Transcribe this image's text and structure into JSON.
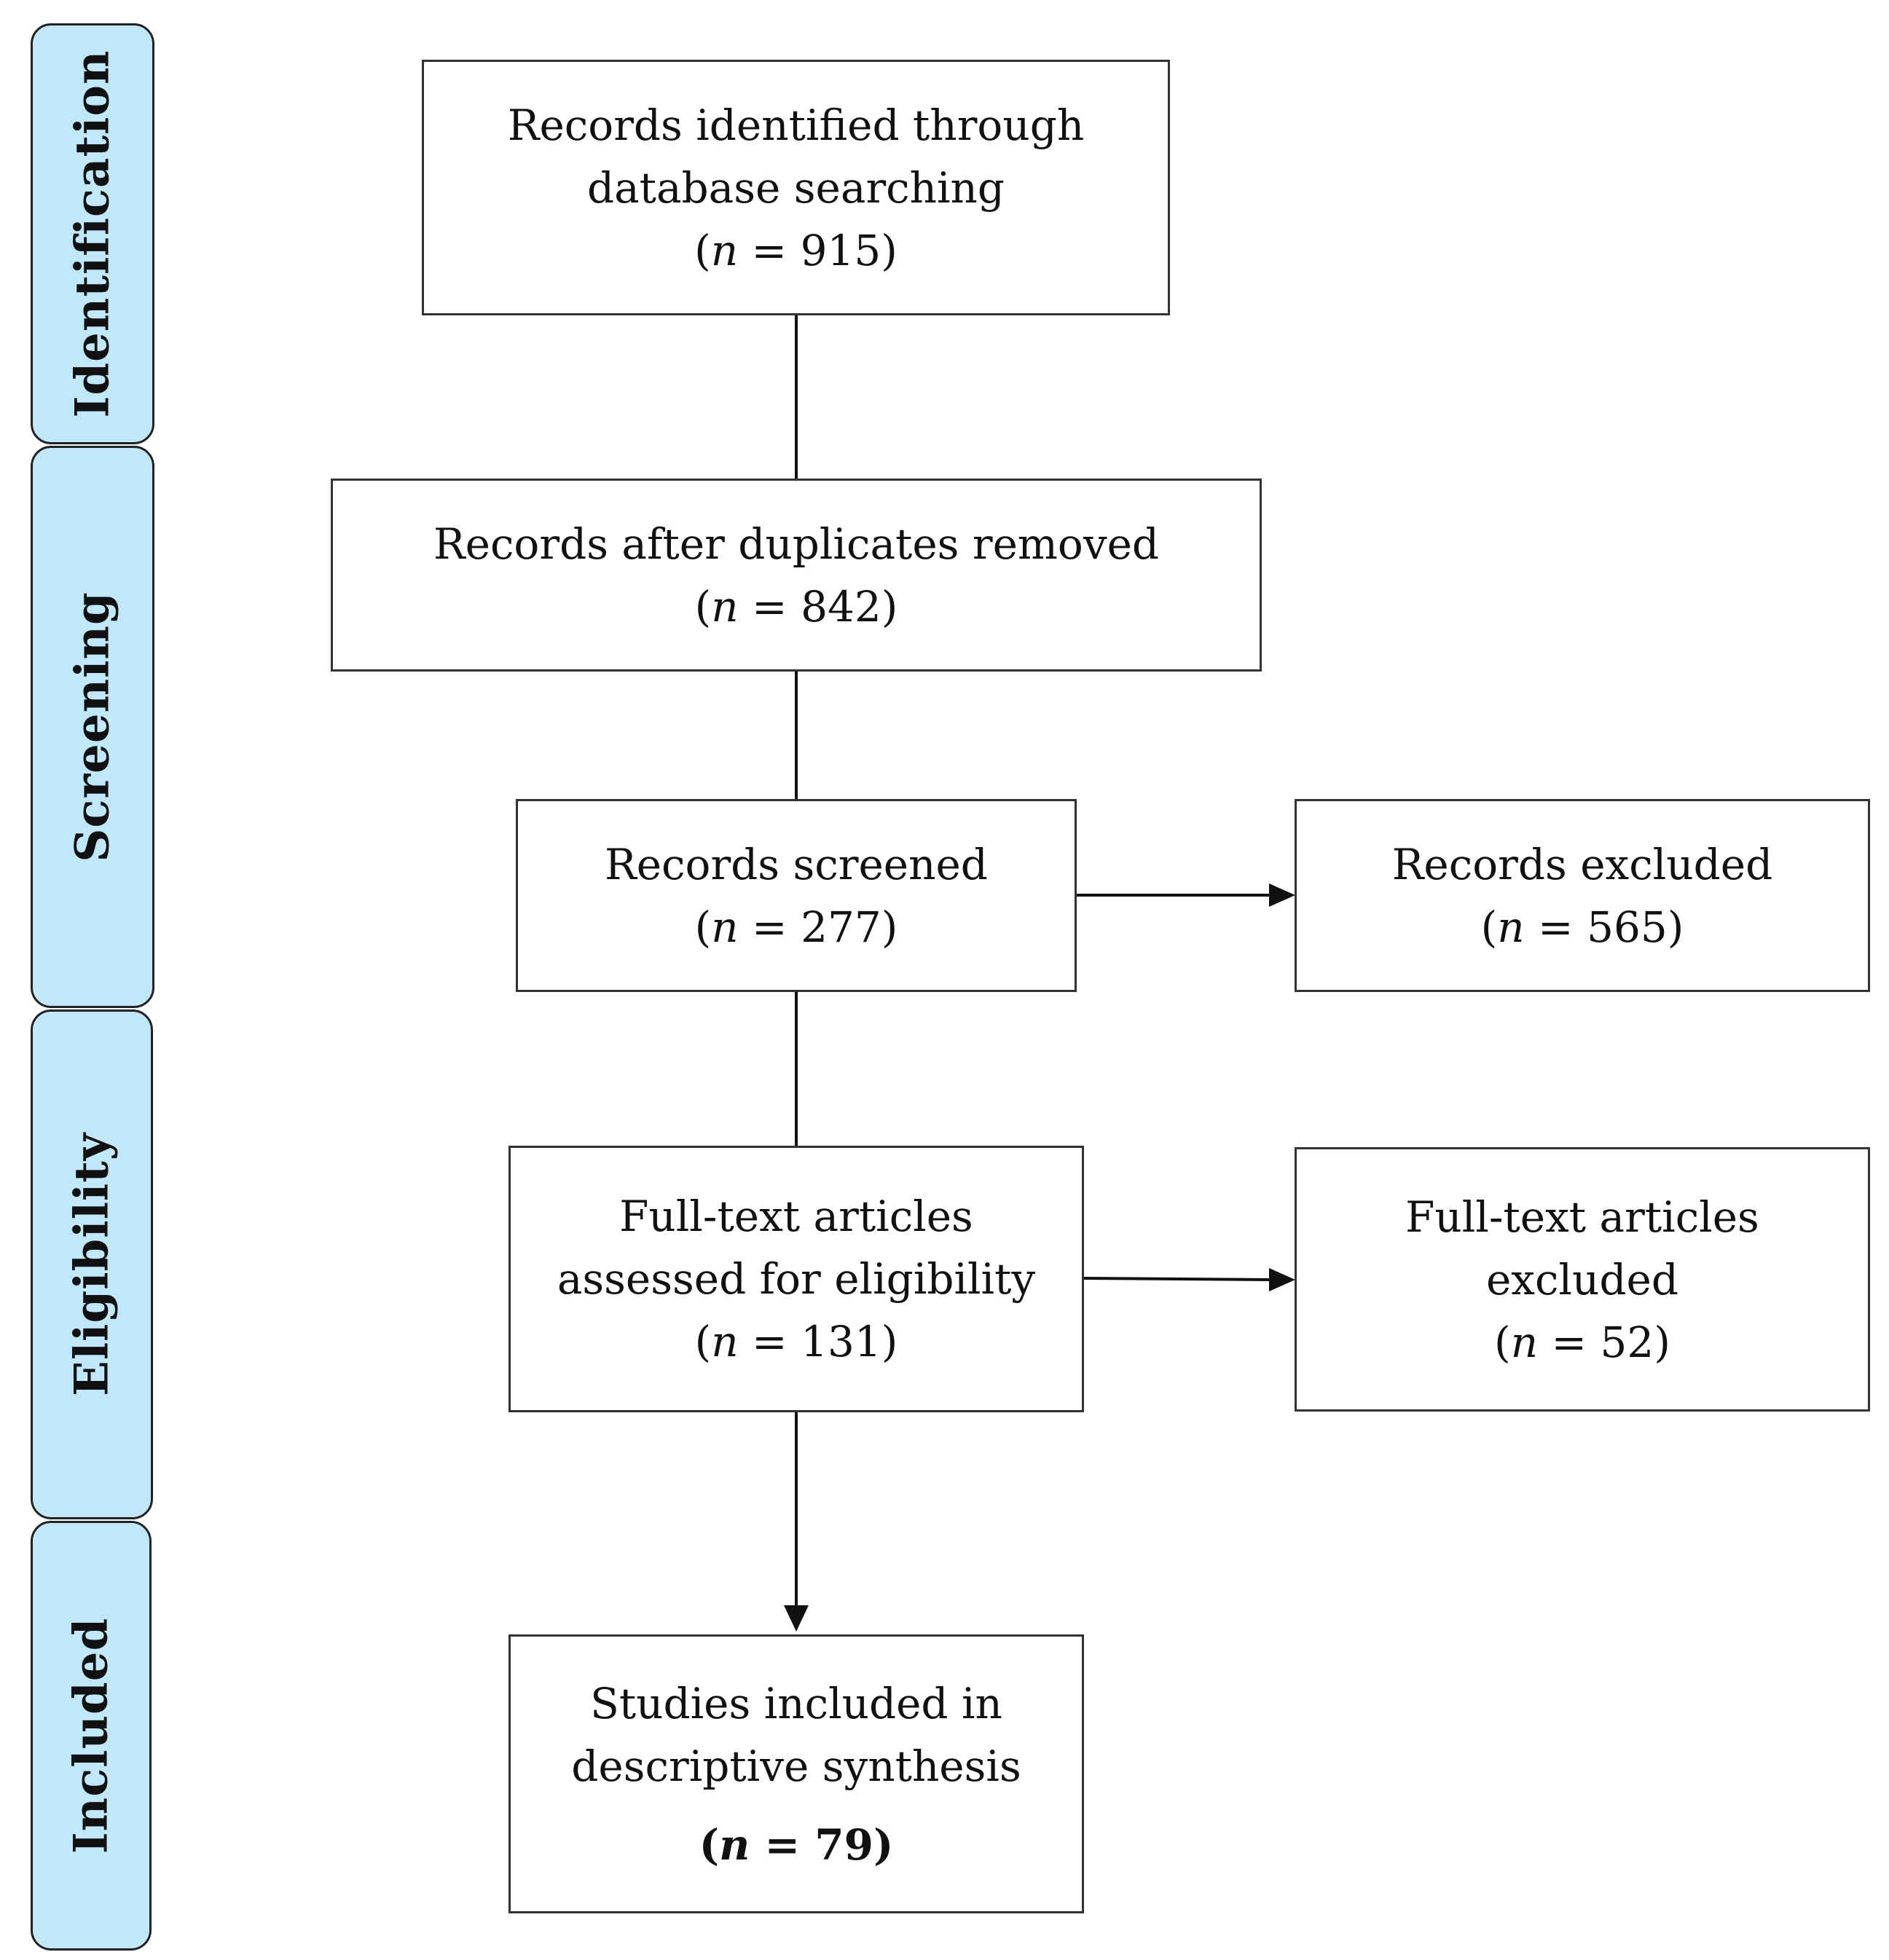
{
  "phases": {
    "identification": "Identification",
    "screening": "Screening",
    "eligibility": "Eligibility",
    "included": "Included"
  },
  "n_prefix": "n",
  "boxes": {
    "identified": {
      "line1": "Records identified through",
      "line2": "database searching",
      "n": "= 915)"
    },
    "after_duplicates": {
      "line1": "Records after duplicates removed",
      "n": "= 842)"
    },
    "screened": {
      "line1": "Records screened",
      "n": "= 277)"
    },
    "records_excluded": {
      "line1": "Records excluded",
      "n": "= 565)"
    },
    "fulltext_assessed": {
      "line1": "Full-text articles",
      "line2": "assessed for eligibility",
      "n": "= 131)"
    },
    "fulltext_excluded": {
      "line1": "Full-text articles",
      "line2": "excluded",
      "n": "= 52)"
    },
    "included": {
      "line1": "Studies included in",
      "line2": "descriptive synthesis",
      "n": "= 79)"
    }
  },
  "colors": {
    "phase_fill": "#bfe9fb",
    "stroke": "#222222"
  }
}
